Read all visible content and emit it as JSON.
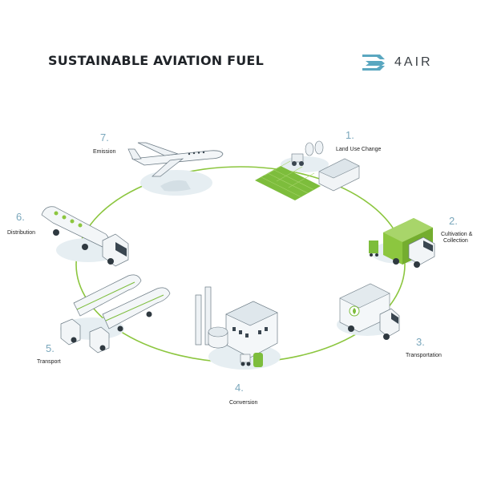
{
  "header": {
    "title": "SUSTAINABLE AVIATION FUEL",
    "logo_text": "4AIR"
  },
  "steps": [
    {
      "number": "1.",
      "label": "Land Use Change"
    },
    {
      "number": "2.",
      "label": "Cultivation &",
      "label2": "Collection"
    },
    {
      "number": "3.",
      "label": "Transportation"
    },
    {
      "number": "4.",
      "label": "Conversion"
    },
    {
      "number": "5.",
      "label": "Transport"
    },
    {
      "number": "6.",
      "label": "Distribution"
    },
    {
      "number": "7.",
      "label": "Emission"
    }
  ],
  "colors": {
    "cycle_line": "#8cc63f",
    "accent_green": "#7dbd3c",
    "number_blue": "#7aa7bc",
    "logo_teal": "#5aa7c0"
  },
  "icons": [
    "airplane-icon",
    "farm-icon",
    "garbage-truck-icon",
    "box-truck-icon",
    "refinery-icon",
    "tanker-trucks-icon",
    "fuel-tanker-icon"
  ]
}
